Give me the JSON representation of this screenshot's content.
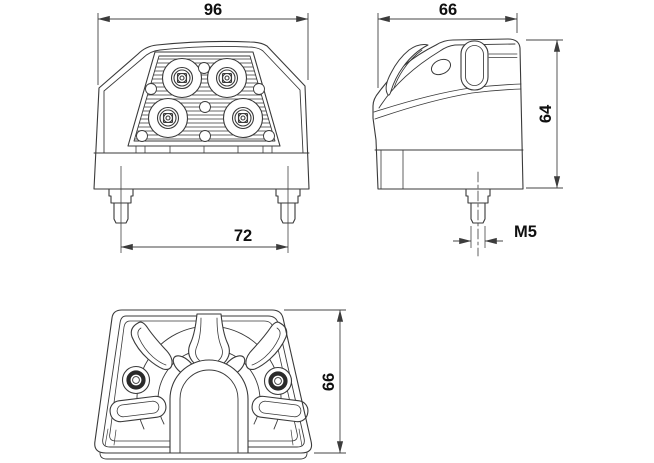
{
  "drawing": {
    "colors": {
      "background": "#ffffff",
      "line": "#3a3a3a",
      "dim_line": "#444444",
      "text": "#101010"
    },
    "views": {
      "front": {
        "width": "96",
        "stud_spacing": "72"
      },
      "side": {
        "width": "66",
        "height": "64",
        "thread": "M5"
      },
      "bottom": {
        "depth": "66"
      }
    }
  }
}
